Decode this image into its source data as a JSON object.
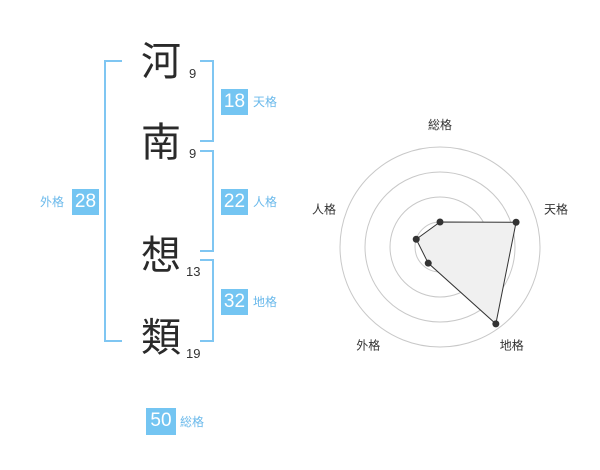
{
  "name_chars": [
    {
      "char": "河",
      "strokes": "9"
    },
    {
      "char": "南",
      "strokes": "9"
    },
    {
      "char": "想",
      "strokes": "13"
    },
    {
      "char": "類",
      "strokes": "19"
    }
  ],
  "fortunes": {
    "tenkaku": {
      "value": "18",
      "label": "天格"
    },
    "jinkaku": {
      "value": "22",
      "label": "人格"
    },
    "chikaku": {
      "value": "32",
      "label": "地格"
    },
    "gaikaku": {
      "value": "28",
      "label": "外格"
    },
    "soukaku": {
      "value": "50",
      "label": "総格"
    }
  },
  "colors": {
    "accent": "#74c5f2",
    "bracket": "#7fc6f2"
  },
  "chart_data": {
    "type": "radar",
    "axes": [
      "総格",
      "天格",
      "地格",
      "外格",
      "人格"
    ],
    "values": [
      0.25,
      0.8,
      0.95,
      0.2,
      0.25
    ],
    "range": [
      0,
      1
    ],
    "rings": 4
  }
}
